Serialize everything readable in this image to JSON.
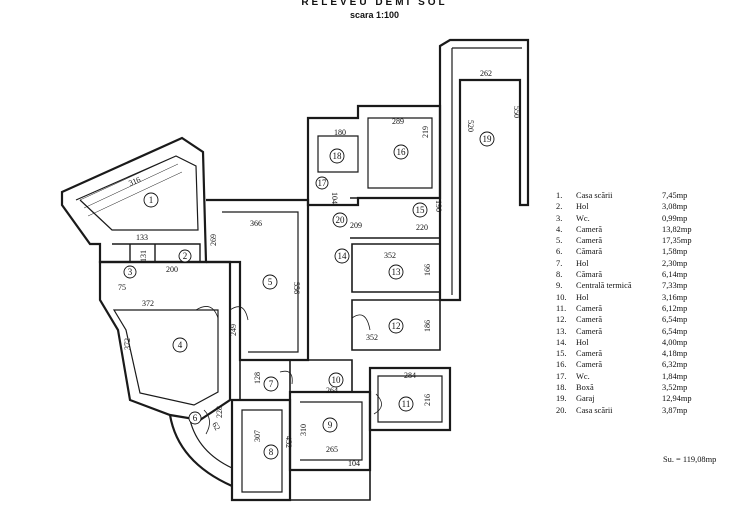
{
  "header": {
    "title": "RELEVEU DEMI SOL",
    "scale": "scara 1:100"
  },
  "rooms": [
    {
      "id": "1",
      "name": "Casa scării",
      "area": "7,45mp"
    },
    {
      "id": "2",
      "name": "Hol",
      "area": "3,08mp"
    },
    {
      "id": "3",
      "name": "Wc.",
      "area": "0,99mp"
    },
    {
      "id": "4",
      "name": "Cameră",
      "area": "13,82mp"
    },
    {
      "id": "5",
      "name": "Cameră",
      "area": "17,35mp"
    },
    {
      "id": "6",
      "name": "Cămară",
      "area": "1,58mp"
    },
    {
      "id": "7",
      "name": "Hol",
      "area": "2,30mp"
    },
    {
      "id": "8",
      "name": "Cămară",
      "area": "6,14mp"
    },
    {
      "id": "9",
      "name": "Centrală termică",
      "area": "7,33mp"
    },
    {
      "id": "10",
      "name": "Hol",
      "area": "3,16mp"
    },
    {
      "id": "11",
      "name": "Cameră",
      "area": "6,12mp"
    },
    {
      "id": "12",
      "name": "Cameră",
      "area": "6,54mp"
    },
    {
      "id": "13",
      "name": "Cameră",
      "area": "6,54mp"
    },
    {
      "id": "14",
      "name": "Hol",
      "area": "4,00mp"
    },
    {
      "id": "15",
      "name": "Cameră",
      "area": "4,18mp"
    },
    {
      "id": "16",
      "name": "Cameră",
      "area": "6,32mp"
    },
    {
      "id": "17",
      "name": "Wc.",
      "area": "1,84mp"
    },
    {
      "id": "18",
      "name": "Boxă",
      "area": "3,52mp"
    },
    {
      "id": "19",
      "name": "Garaj",
      "area": "12,94mp"
    },
    {
      "id": "20",
      "name": "Casa scării",
      "area": "3,87mp"
    }
  ],
  "total": "Su. = 119,08mp",
  "dimensions": {
    "d316": "316",
    "d366": "366",
    "d269": "269",
    "d556": "556",
    "d200": "200",
    "d372a": "372",
    "d372b": "372",
    "d249": "249",
    "d262": "262",
    "d520": "520",
    "d550": "550",
    "d289": "289",
    "d180": "180",
    "d219": "219",
    "d104a": "104",
    "d209": "209",
    "d220": "220",
    "d190": "190",
    "d352a": "352",
    "d166": "166",
    "d186": "186",
    "d352b": "352",
    "d264": "264",
    "d284": "284",
    "d216": "216",
    "d128": "128",
    "d307": "307",
    "d452": "452",
    "d310": "310",
    "d265": "265",
    "d104b": "104",
    "d228": "228",
    "d75": "75",
    "d131": "131",
    "d133": "133",
    "d62": "62"
  }
}
